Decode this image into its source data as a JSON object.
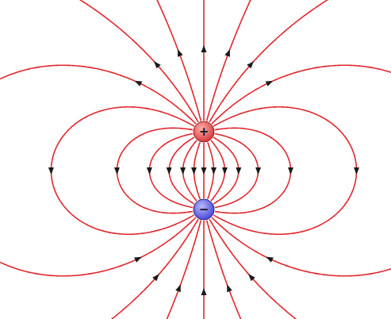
{
  "diagram": {
    "nodes": [
      {
        "text": [
          "+"
        ]
      },
      {
        "text": [
          "−"
        ]
      }
    ],
    "edges": [
      {
        "from": 0,
        "to": 1,
        "arrow": "to"
      },
      {
        "from": 0,
        "to": 1,
        "arrow": "to"
      },
      {
        "from": 0,
        "to": 1,
        "arrow": "to"
      },
      {
        "from": 0,
        "to": 1,
        "arrow": "to"
      },
      {
        "from": 0,
        "to": 1,
        "arrow": "to"
      },
      {
        "from": 0,
        "to": 1,
        "arrow": "to"
      },
      {
        "from": 0,
        "to": 1,
        "arrow": "to"
      },
      {
        "from": 0,
        "to": 1,
        "arrow": "to"
      },
      {
        "from": 0,
        "to": 1,
        "arrow": "to"
      },
      {
        "from": 0,
        "to": 1,
        "arrow": "to"
      },
      {
        "from": 0,
        "to": 1,
        "arrow": "to"
      },
      {
        "from": 0,
        "to": 1,
        "arrow": "to"
      },
      {
        "from": 0,
        "to": 1,
        "arrow": "to"
      }
    ]
  }
}
